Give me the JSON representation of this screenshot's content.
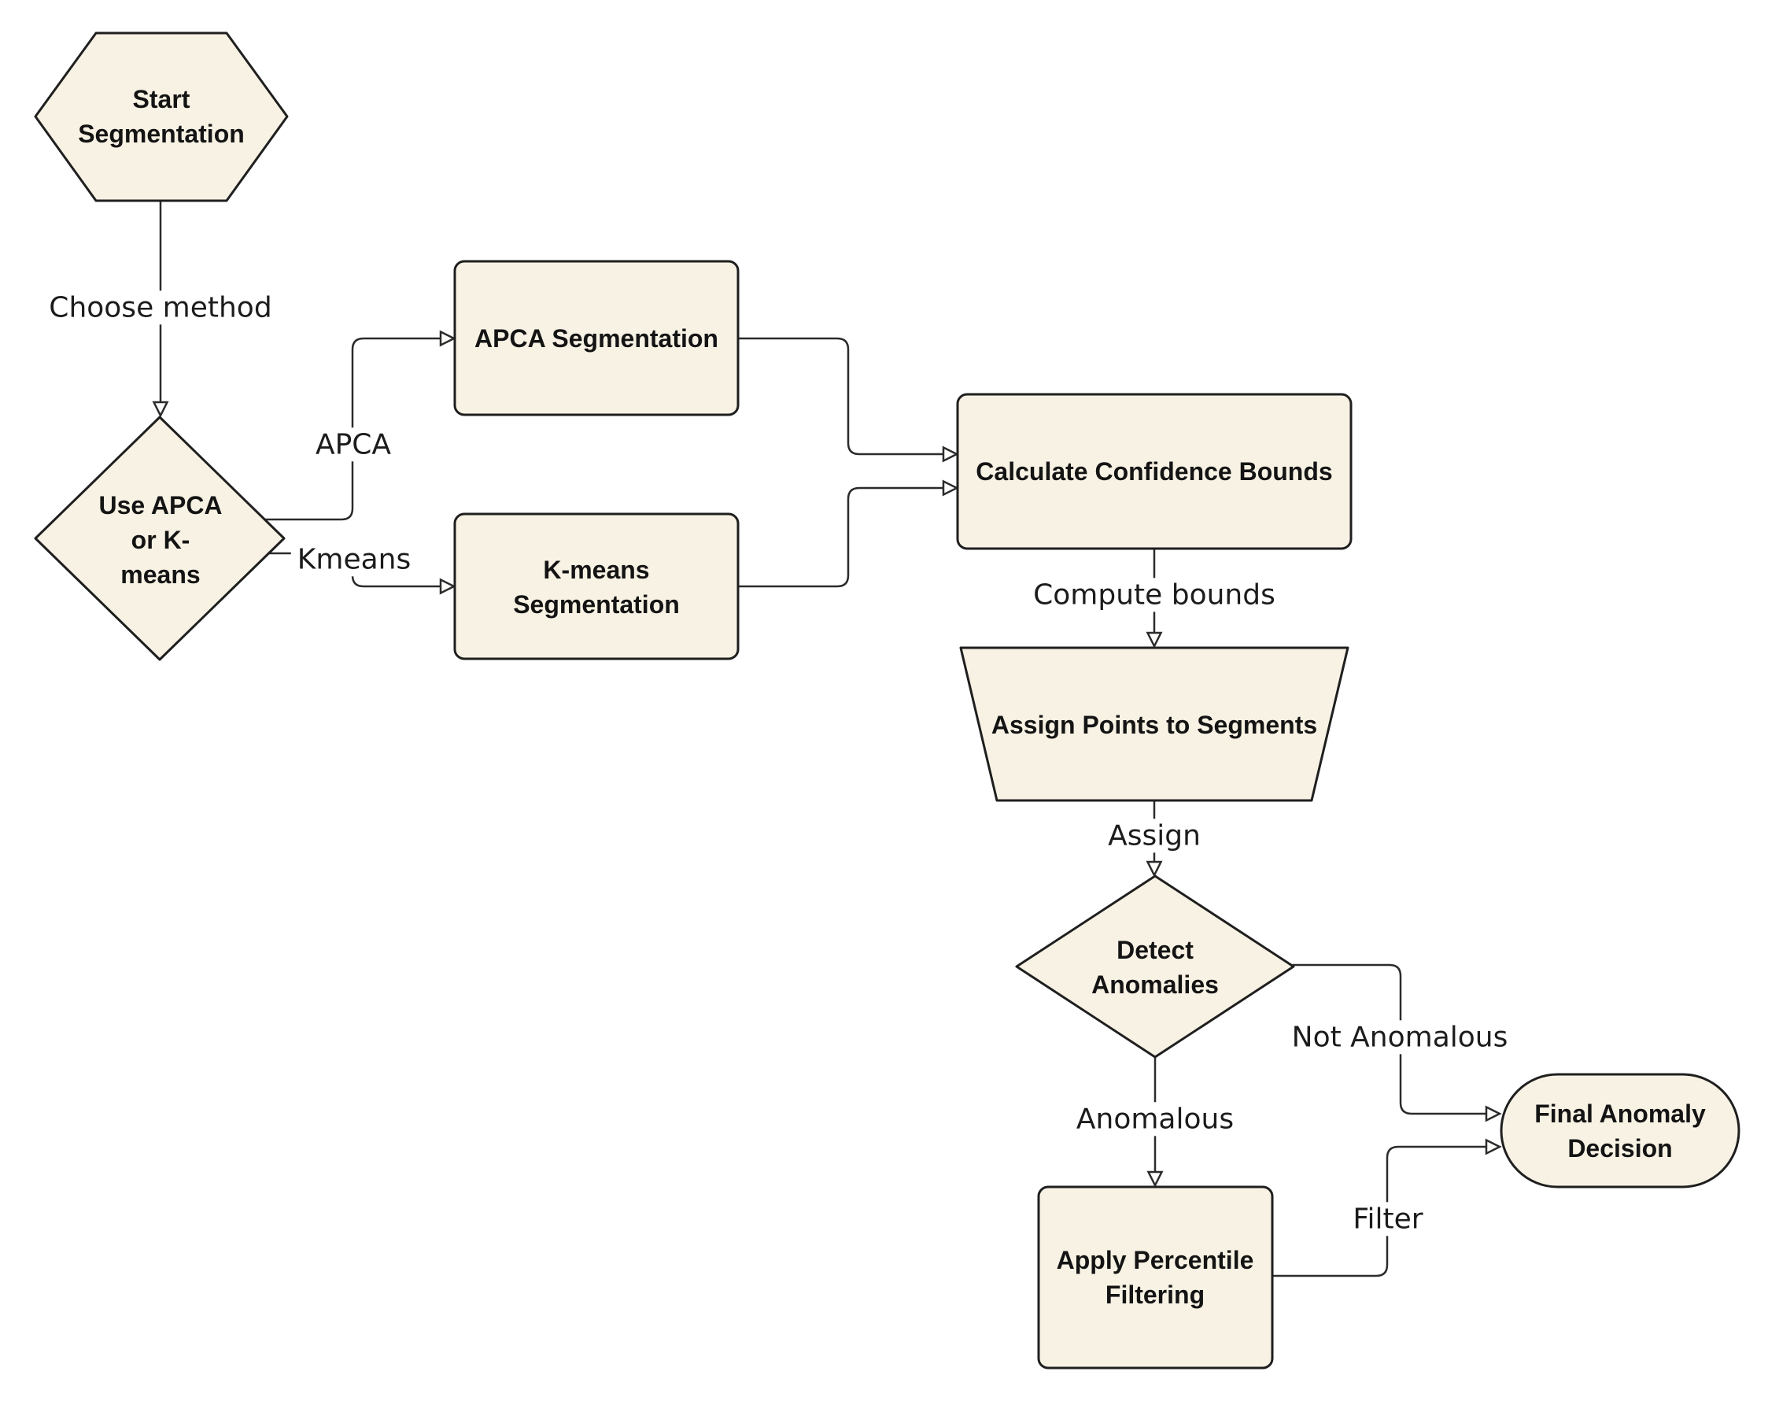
{
  "style": {
    "background": "#ffffff",
    "node_fill": "#f8f2e4",
    "node_border": "#1f1f1f",
    "edge_color": "#2b2b2b",
    "text_color": "#141414"
  },
  "nodes": {
    "start": {
      "label": "Start\nSegmentation",
      "shape": "hexagon"
    },
    "method": {
      "label": "Use APCA\nor K-\nmeans",
      "shape": "diamond"
    },
    "apca": {
      "label": "APCA Segmentation",
      "shape": "rounded-rect"
    },
    "kmeans": {
      "label": "K-means\nSegmentation",
      "shape": "rounded-rect"
    },
    "calc": {
      "label": "Calculate Confidence Bounds",
      "shape": "rounded-rect"
    },
    "assign": {
      "label": "Assign Points to Segments",
      "shape": "inverted-trapezoid"
    },
    "detect": {
      "label": "Detect\nAnomalies",
      "shape": "diamond"
    },
    "apply": {
      "label": "Apply Percentile\nFiltering",
      "shape": "rounded-rect"
    },
    "final": {
      "label": "Final Anomaly\nDecision",
      "shape": "stadium"
    }
  },
  "edge_labels": {
    "choose_method": "Choose method",
    "apca": "APCA",
    "kmeans": "Kmeans",
    "compute_bounds": "Compute bounds",
    "assign": "Assign",
    "anomalous": "Anomalous",
    "not_anomalous": "Not Anomalous",
    "filter": "Filter"
  }
}
